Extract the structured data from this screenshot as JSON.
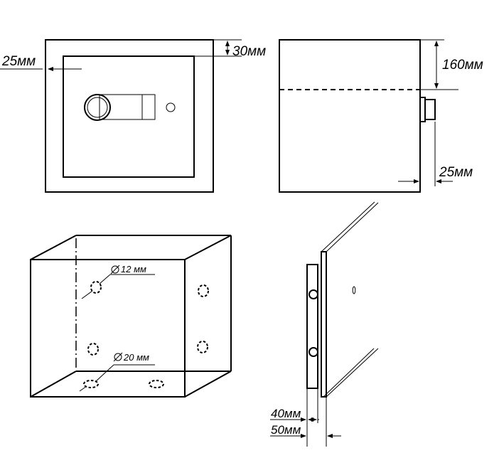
{
  "dimensions": {
    "front_frame_offset": "25мм",
    "front_top_offset": "30мм",
    "side_height": "160мм",
    "side_bottom_offset": "25мм",
    "door_thickness_inner": "40мм",
    "door_thickness_outer": "50мм"
  },
  "holes": {
    "wall_hole_diameter": "12 мм",
    "floor_hole_diameter": "20 мм"
  }
}
